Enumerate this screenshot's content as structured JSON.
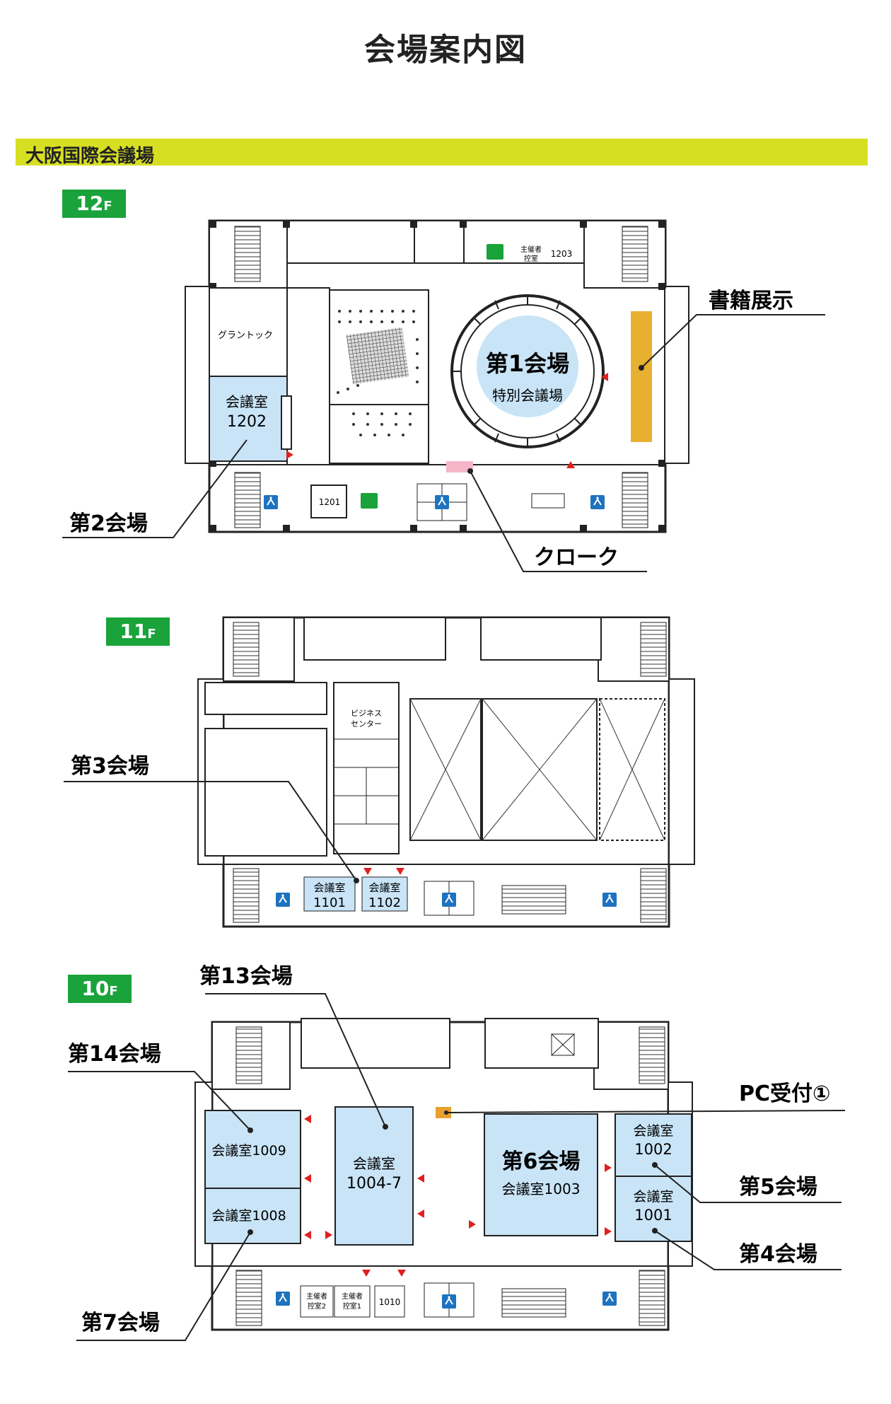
{
  "title": "会場案内図",
  "venue": "大阪国際会議場",
  "colors": {
    "venue_bar": "#d7df23",
    "floor_badge": "#1aa33a",
    "room": "#c9e4f7",
    "book_display": "#e8b030",
    "cloak": "#f4b6c8",
    "arrow": "#e02020"
  },
  "floors": {
    "f12": {
      "badge": "12",
      "badge_suffix": "F",
      "rooms": {
        "grantok": "グラントック",
        "r1202_a": "会議室",
        "r1202_b": "1202",
        "main_a": "第1会場",
        "main_b": "特別会議場",
        "organizer_a": "主催者",
        "organizer_b": "控室",
        "r1203": "1203",
        "r1201": "1201"
      },
      "callouts": {
        "book_display": "書籍展示",
        "hall2": "第2会場",
        "cloak": "クローク"
      }
    },
    "f11": {
      "badge": "11",
      "badge_suffix": "F",
      "rooms": {
        "business_a": "ビジネス",
        "business_b": "センター",
        "r1101_a": "会議室",
        "r1101_b": "1101",
        "r1102_a": "会議室",
        "r1102_b": "1102"
      },
      "callouts": {
        "hall3": "第3会場"
      }
    },
    "f10": {
      "badge": "10",
      "badge_suffix": "F",
      "rooms": {
        "r1009": "会議室1009",
        "r1008": "会議室1008",
        "r1004_a": "会議室",
        "r1004_b": "1004-7",
        "hall6": "第6会場",
        "r1003": "会議室1003",
        "r1002_a": "会議室",
        "r1002_b": "1002",
        "r1001_a": "会議室",
        "r1001_b": "1001",
        "org2_a": "主催者",
        "org2_b": "控室2",
        "org1_a": "主催者",
        "org1_b": "控室1",
        "r1010": "1010"
      },
      "callouts": {
        "hall13": "第13会場",
        "hall14": "第14会場",
        "pc": "PC受付①",
        "hall5": "第5会場",
        "hall4": "第4会場",
        "hall7": "第7会場"
      }
    }
  }
}
